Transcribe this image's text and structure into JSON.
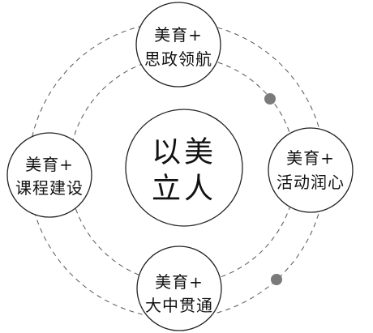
{
  "center": {
    "line1": "以美",
    "line2": "立人"
  },
  "nodes": {
    "top": {
      "line1": "美育+",
      "line2": "思政领航"
    },
    "left": {
      "line1": "美育+",
      "line2": "课程建设"
    },
    "right": {
      "line1": "美育+",
      "line2": "活动润心"
    },
    "bottom": {
      "line1": "美育+",
      "line2": "大中贯通"
    }
  },
  "colors": {
    "stroke": "#222222",
    "dashed_orbit": "#555555",
    "dot": "#7a7a7a",
    "text": "#111111"
  }
}
